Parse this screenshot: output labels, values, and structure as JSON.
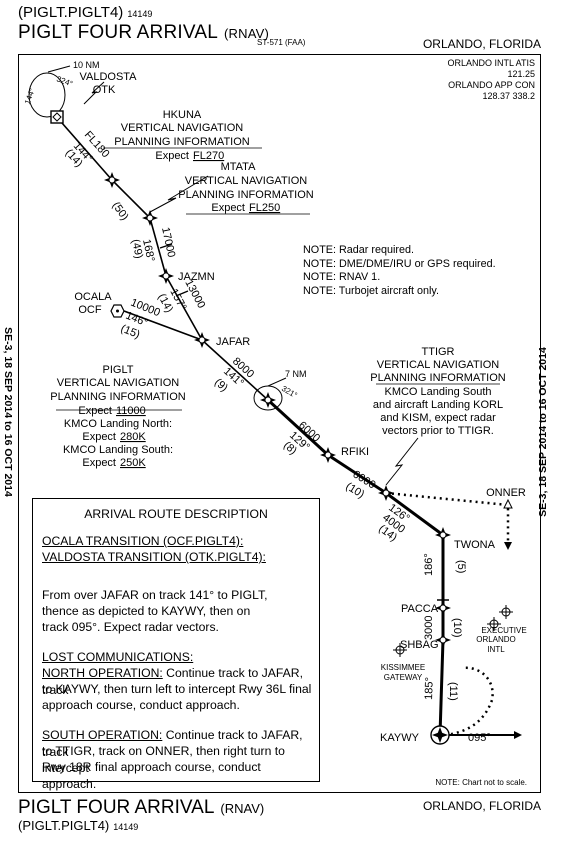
{
  "header": {
    "code": "(PIGLT.PIGLT4)",
    "code_num": "14149",
    "title": "PIGLT FOUR ARRIVAL",
    "title_suffix": "(RNAV)",
    "st": "ST-571 (FAA)",
    "city": "ORLANDO, FLORIDA"
  },
  "freq": {
    "l1": "ORLANDO INTL ATIS",
    "l2": "121.25",
    "l3": "ORLANDO APP CON",
    "l4": "128.37  338.2"
  },
  "side": {
    "left": "SE-3, 18 SEP 2014 to 16 OCT 2014",
    "right": "SE-3, 18 SEP 2014 to 16 OCT 2014"
  },
  "chart": {
    "nm10": "10 NM",
    "deg324": "324°",
    "deg144": "144°",
    "valdosta": "VALDOSTA",
    "otk": "OTK",
    "fl180": "FL180",
    "fl180_crs": "144°",
    "fl180_dist": "(14)",
    "hkuna": "HKUNA",
    "vnpi_1": "VERTICAL NAVIGATION",
    "vnpi_2": "PLANNING INFORMATION",
    "expect": "Expect",
    "fl270": "FL270",
    "dist50": "(50)",
    "mtata": "MTATA",
    "fl250": "FL250",
    "alt17000": "17000",
    "crs168": "168°",
    "dist49": "(49)",
    "jazmn": "JAZMN",
    "alt13000": "13000",
    "crs157": "157°",
    "dist14a": "(14)",
    "ocala": "OCALA",
    "ocf": "OCF",
    "alt10000": "10000",
    "crs146": "146°",
    "dist15": "(15)",
    "jafar": "JAFAR",
    "alt8000": "8000",
    "crs141": "141°",
    "dist9": "(9)",
    "nm7": "7 NM",
    "deg321": "321°",
    "alt6000a": "6000",
    "crs129": "129°",
    "dist8": "(8)",
    "rfiki": "RFIKI",
    "alt6000b": "6000",
    "dist10a": "(10)",
    "piglt": "PIGLT",
    "expect_11000": "11000",
    "kmco_north": "KMCO Landing North:",
    "spd280": "280K",
    "kmco_south": "KMCO Landing South:",
    "spd250": "250K",
    "ttigr": "TTIGR",
    "ttigr_l1": "KMCO Landing South",
    "ttigr_l2": "and aircraft Landing KORL",
    "ttigr_l3": "and KISM, expect radar",
    "ttigr_l4": "vectors prior to TTIGR.",
    "onner": "ONNER",
    "crs126": "126°",
    "alt4000": "4000",
    "dist14b": "(14)",
    "twona": "TWONA",
    "crs186": "186°",
    "dist5": "(5)",
    "pacca": "PACCA",
    "alt3000": "3000",
    "dist10b": "(10)",
    "executive": "EXECUTIVE",
    "shbag": "SHBAG",
    "orlando": "ORLANDO",
    "intl": "INTL",
    "kissimmee": "KISSIMMEE",
    "gateway": "GATEWAY",
    "crs185": "185°",
    "dist11": "(11)",
    "kaywy": "KAYWY",
    "crs095": "095°",
    "note_scale": "NOTE: Chart not to scale."
  },
  "notes": [
    "NOTE:  Radar required.",
    "NOTE:  DME/DME/IRU or GPS required.",
    "NOTE:  RNAV 1.",
    "NOTE:  Turbojet aircraft only."
  ],
  "desc": {
    "title": "ARRIVAL ROUTE DESCRIPTION",
    "trans1": "OCALA TRANSITION (OCF.PIGLT4):",
    "trans2": "VALDOSTA TRANSITION (OTK.PIGLT4):",
    "body1": "From over JAFAR on track 141° to PIGLT,",
    "body2": "thence as depicted to KAYWY, then on",
    "body3": "track 095°.  Expect radar vectors.",
    "lost": "LOST COMMUNICATIONS:",
    "north_label": "NORTH OPERATION:",
    "north1": " Continue track to JAFAR, track",
    "north2": "to KAYWY, then turn left to intercept Rwy 36L final",
    "north3": "approach course, conduct approach.",
    "south_label": "SOUTH OPERATION:",
    "south1": " Continue track to JAFAR, track",
    "south2": "to TTIGR, track on ONNER, then right turn to intercept",
    "south3": "Rwy 18R final approach course, conduct approach."
  },
  "footer": {
    "title": "PIGLT FOUR ARRIVAL",
    "title_suffix": "(RNAV)",
    "city": "ORLANDO, FLORIDA",
    "code": "(PIGLT.PIGLT4)",
    "code_num": "14149"
  }
}
